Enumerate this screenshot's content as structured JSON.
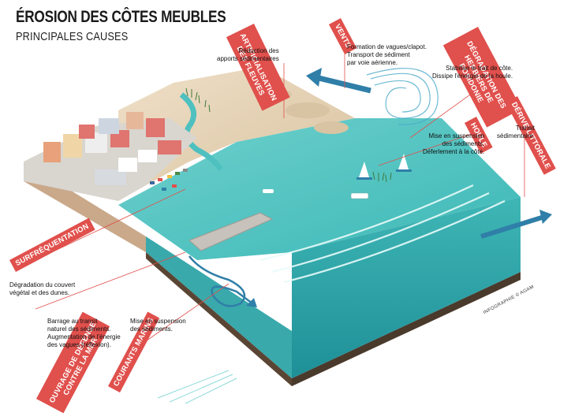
{
  "title": "ÉROSION DES CÔTES MEUBLES",
  "subtitle": "PRINCIPALES CAUSES",
  "labels": {
    "artificialisation": "ARTIFICIALISATION\nDES FLEUVES",
    "vents": "VENTS",
    "posidonie": "DÉGRADATION DES\nHERBIERS DE POSIDONIE",
    "houle": "HOULE",
    "derive": "DÉRIVE LITTORALE",
    "surfrequentation": "SURFRÉQUENTATION",
    "ouvrage": "OUVRAGE DE DÉFENSE\nCONTRE LA MER",
    "courants": "COURANTS MARINS"
  },
  "notes": {
    "artificialisation": "Réduction des\napports sédimentaires",
    "vents": "Formation de vagues/clapot.\nTransport de sédiment\npar voie aérienne.",
    "posidonie": "Stabilise le trait de côte.\nDissipe l'énergie de la houle.",
    "houle": "Mise en suspension\ndes sédiments.\nDéferlement à la côte.",
    "derive": "Transit\nsédimentaire.",
    "surfrequentation": "Dégradation du couvert\nvégétal et des dunes.",
    "ouvrage": "Barrage au transit\nnaturel des sédiments.\nAugmentation de l'énergie\ndes vagues (réflexion).",
    "courants": "Mise en suspension\ndes sédiments."
  },
  "credit": "INFOGRAPHIE © AGAM",
  "colors": {
    "accent": "#e0504c",
    "sea": "#5cc6c4",
    "sea_deep": "#2aa8ad",
    "sand": "#e6d2b3",
    "earth": "#5a4534",
    "arrow": "#2f7fa8"
  }
}
